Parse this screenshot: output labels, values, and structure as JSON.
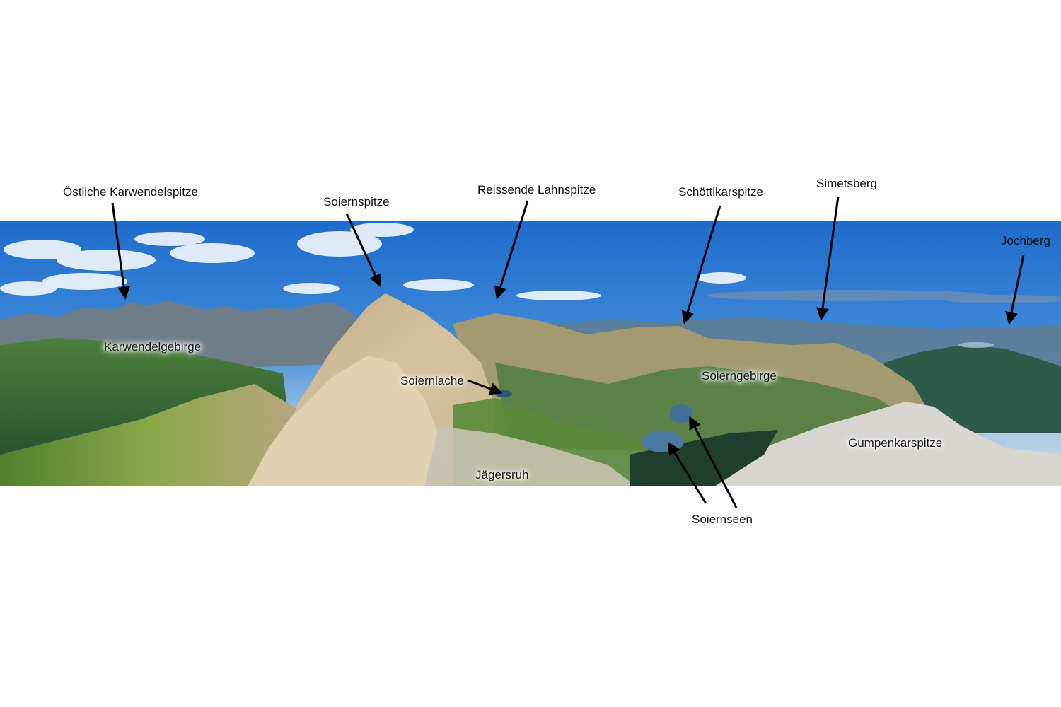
{
  "labels": {
    "oestliche_karwendelspitze": "Östliche Karwendelspitze",
    "soiernspitze": "Soiernspitze",
    "reissende_lahnspitze": "Reissende Lahnspitze",
    "schoettlkarspitze": "Schöttlkarspitze",
    "simetsberg": "Simetsberg",
    "jochberg": "Jochberg",
    "karwendelgebirge": "Karwendelgebirge",
    "soiernlache": "Soiernlache",
    "soierngebirge": "Soierngebirge",
    "gumpenkarspitze": "Gumpenkarspitze",
    "jaegersruh": "Jägersruh",
    "soiernseen": "Soiernseen"
  },
  "colors": {
    "sky_top": "#1f6fd0",
    "sky_horizon": "#cfe0ea",
    "far_mountains": "#6e7f8c",
    "sunlit_rock": "#c9b48f",
    "scree": "#d8c6a4",
    "forest": "#2f5a36",
    "meadow": "#6f9a3a",
    "lake": "#3f6f9a",
    "label_text": "#111111",
    "arrow": "#000000"
  }
}
